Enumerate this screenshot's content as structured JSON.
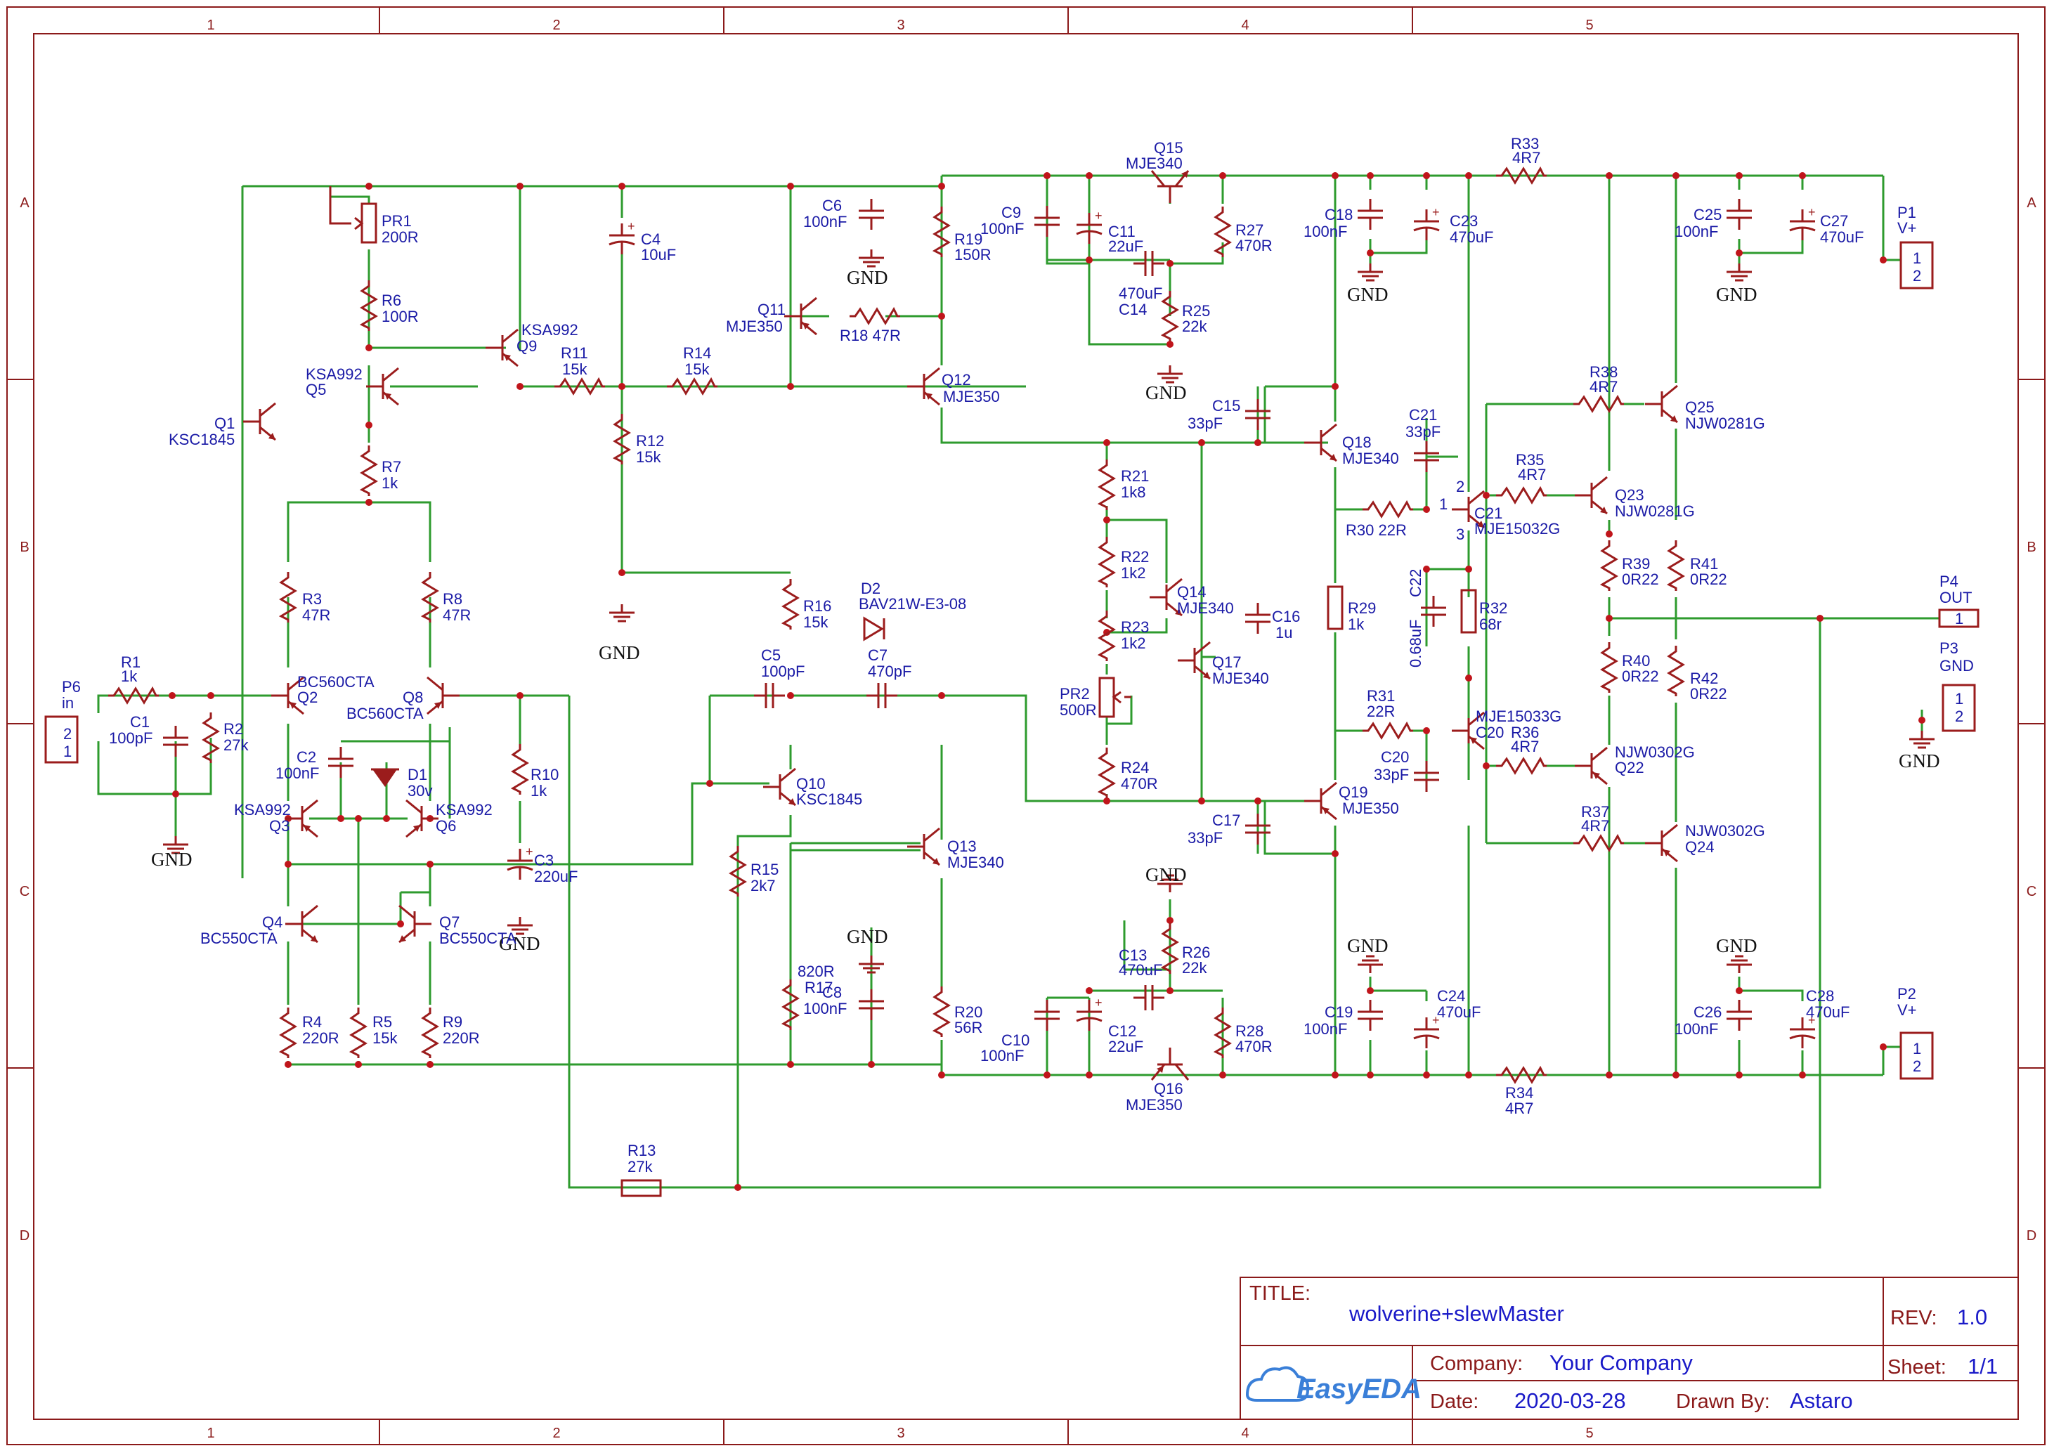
{
  "frame": {
    "columns": [
      "1",
      "2",
      "3",
      "4",
      "5"
    ],
    "rows": [
      "A",
      "B",
      "C",
      "D"
    ]
  },
  "title_block": {
    "title_key": "TITLE:",
    "title": "wolverine+slewMaster",
    "rev_key": "REV:",
    "rev": "1.0",
    "company_key": "Company:",
    "company": "Your Company",
    "sheet_key": "Sheet:",
    "sheet": "1/1",
    "date_key": "Date:",
    "date": "2020-03-28",
    "drawn_key": "Drawn By:",
    "drawn_by": "Astaro",
    "brand": "EasyEDA"
  },
  "gnd_label": "GND",
  "connectors": {
    "P6_ref": "P6",
    "P6_name": "in",
    "P1_ref": "P1",
    "P1_name": "V+",
    "P2_ref": "P2",
    "P2_name": "V+",
    "P3_ref": "P3",
    "P3_name": "GND",
    "P4_ref": "P4",
    "P4_name": "OUT",
    "pin1": "1",
    "pin2": "2",
    "pin3": "3"
  },
  "parts": {
    "R1": "R1",
    "R1_v": "1k",
    "R2": "R2",
    "R2_v": "27k",
    "R3": "R3",
    "R3_v": "47R",
    "R4": "R4",
    "R4_v": "220R",
    "R5": "R5",
    "R5_v": "15k",
    "R6": "R6",
    "R6_v": "100R",
    "R7": "R7",
    "R7_v": "1k",
    "R8": "R8",
    "R8_v": "47R",
    "R9": "R9",
    "R9_v": "220R",
    "R10": "R10",
    "R10_v": "1k",
    "R11": "R11",
    "R11_v": "15k",
    "R12": "R12",
    "R12_v": "15k",
    "R13": "R13",
    "R13_v": "27k",
    "R14": "R14",
    "R14_v": "15k",
    "R15": "R15",
    "R15_v": "2k7",
    "R16": "R16",
    "R16_v": "15k",
    "R17": "R17",
    "R17_v": "820R",
    "R18": "R18 47R",
    "R19": "R19",
    "R19_v": "150R",
    "R20": "R20",
    "R20_v": "56R",
    "R21": "R21",
    "R21_v": "1k8",
    "R22": "R22",
    "R22_v": "1k2",
    "R23": "R23",
    "R23_v": "1k2",
    "R24": "R24",
    "R24_v": "470R",
    "R25": "R25",
    "R25_v": "22k",
    "R26": "R26",
    "R26_v": "22k",
    "R27": "R27",
    "R27_v": "470R",
    "R28": "R28",
    "R28_v": "470R",
    "R29": "R29",
    "R29_v": "1k",
    "R30": "R30 22R",
    "R31": "R31",
    "R31_v": "22R",
    "R32": "R32",
    "R32_v": "68r",
    "R33": "R33",
    "R33_v": "4R7",
    "R34": "R34",
    "R34_v": "4R7",
    "R35": "R35",
    "R35_v": "4R7",
    "R36": "R36",
    "R36_v": "4R7",
    "R37": "R37",
    "R37_v": "4R7",
    "R38": "R38",
    "R38_v": "4R7",
    "R39": "R39",
    "R39_v": "0R22",
    "R40": "R40",
    "R40_v": "0R22",
    "R41": "R41",
    "R41_v": "0R22",
    "R42": "R42",
    "R42_v": "0R22",
    "PR1": "PR1",
    "PR1_v": "200R",
    "PR2": "PR2",
    "PR2_v": "500R",
    "C1": "C1",
    "C1_v": "100pF",
    "C2": "C2",
    "C2_v": "100nF",
    "C3": "C3",
    "C3_v": "220uF",
    "C4": "C4",
    "C4_v": "10uF",
    "C5": "C5",
    "C5_v": "100pF",
    "C6": "C6",
    "C6_v": "100nF",
    "C7": "C7",
    "C7_v": "470pF",
    "C8": "C8",
    "C8_v": "100nF",
    "C9": "C9",
    "C9_v": "100nF",
    "C10": "C10",
    "C10_v": "100nF",
    "C11": "C11",
    "C11_v": "22uF",
    "C12": "C12",
    "C12_v": "22uF",
    "C13": "C13",
    "C13_v": "470uF",
    "C14": "C14",
    "C14_v": "470uF",
    "C15": "C15",
    "C15_v": "33pF",
    "C16": "C16",
    "C16_v": "1u",
    "C17": "C17",
    "C17_v": "33pF",
    "C18": "C18",
    "C18_v": "100nF",
    "C19": "C19",
    "C19_v": "100nF",
    "C20": "C20",
    "C20_v": "33pF",
    "C21": "C21",
    "C21_v": "33pF",
    "C22": "C22",
    "C22_v": "0.68uF",
    "C23": "C23",
    "C23_v": "470uF",
    "C24": "C24",
    "C24_v": "470uF",
    "C25": "C25",
    "C25_v": "100nF",
    "C26": "C26",
    "C26_v": "100nF",
    "C27": "C27",
    "C27_v": "470uF",
    "C28": "C28",
    "C28_v": "470uF",
    "D1": "D1",
    "D1_v": "30v",
    "D2": "D2",
    "D2_v": "BAV21W-E3-08",
    "Q1": "Q1",
    "Q1_v": "KSC1845",
    "Q2": "Q2",
    "Q2_v": "BC560CTA",
    "Q3": "Q3",
    "Q3_v": "KSA992",
    "Q4": "Q4",
    "Q4_v": "BC550CTA",
    "Q5": "Q5",
    "Q5_v": "KSA992",
    "Q6": "Q6",
    "Q6_v": "KSA992",
    "Q7": "Q7",
    "Q7_v": "BC550CTA",
    "Q8": "Q8",
    "Q8_v": "BC560CTA",
    "Q9": "Q9",
    "Q9_v": "KSA992",
    "Q10": "Q10",
    "Q10_v": "KSC1845",
    "Q11": "Q11",
    "Q11_v": "MJE350",
    "Q12": "Q12",
    "Q12_v": "MJE350",
    "Q13": "Q13",
    "Q13_v": "MJE340",
    "Q14": "Q14",
    "Q14_v": "MJE340",
    "Q15": "Q15",
    "Q15_v": "MJE340",
    "Q16": "Q16",
    "Q16_v": "MJE350",
    "Q17": "Q17",
    "Q17_v": "MJE340",
    "Q18": "Q18",
    "Q18_v": "MJE340",
    "Q19": "Q19",
    "Q19_v": "MJE350",
    "Q20": "C20",
    "Q20_v": "MJE15033G",
    "Q21": "C21",
    "Q21_v": "MJE15032G",
    "Q22": "Q22",
    "Q22_v": "NJW0302G",
    "Q23": "Q23",
    "Q23_v": "NJW0281G",
    "Q24": "Q24",
    "Q24_v": "NJW0302G",
    "Q25": "Q25",
    "Q25_v": "NJW0281G"
  }
}
